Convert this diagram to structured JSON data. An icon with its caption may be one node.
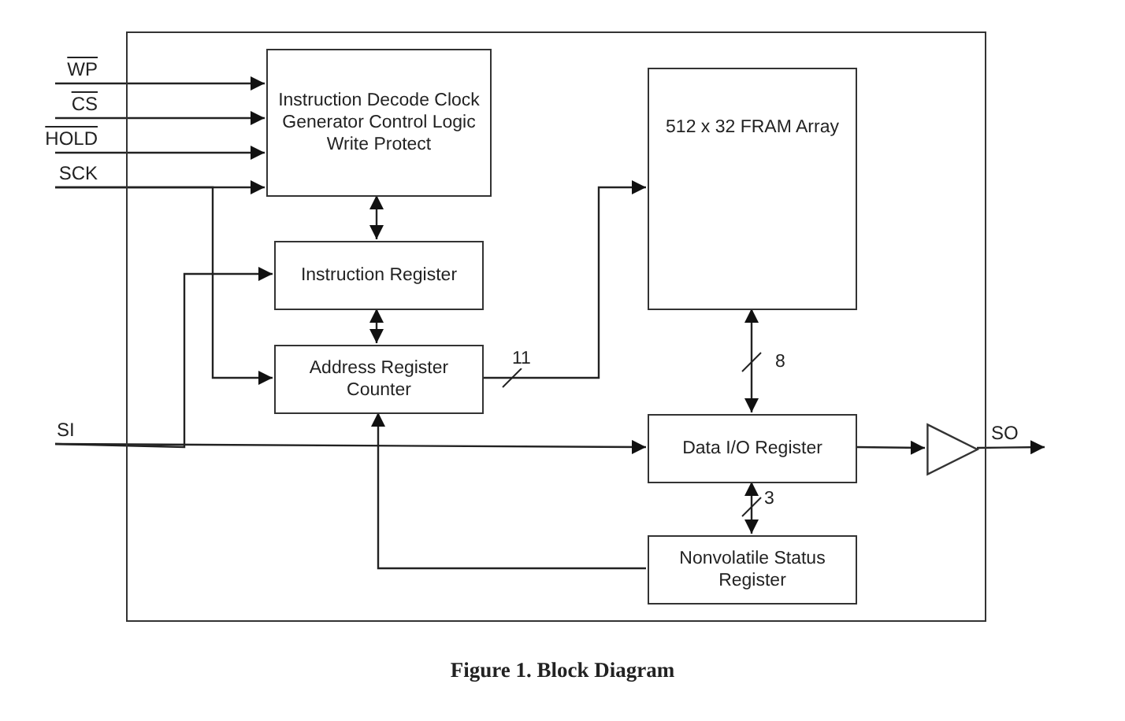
{
  "diagram": {
    "caption": "Figure 1. Block Diagram",
    "nodes": [
      {
        "text": [],
        "shape": "box"
      },
      {
        "text": [
          "WP"
        ]
      },
      {
        "text": [
          "CS"
        ]
      },
      {
        "text": [
          "HOLD"
        ]
      },
      {
        "text": [
          "SCK"
        ]
      },
      {
        "text": [
          "SI"
        ]
      },
      {
        "text": [
          "Instruction Decode Clock Generator Control Logic Write Protect"
        ],
        "in": 0
      },
      {
        "text": [
          "Instruction Register"
        ],
        "in": 0
      },
      {
        "text": [
          "Address Register Counter"
        ],
        "in": 0
      },
      {
        "text": [
          "512 x 32 FRAM Array"
        ],
        "in": 0
      },
      {
        "text": [
          "Data I/O Register"
        ],
        "in": 0
      },
      {
        "text": [
          "Nonvolatile Status Register"
        ],
        "in": 0
      },
      {
        "text": [],
        "shape": "triangle",
        "in": 0
      },
      {
        "text": [
          "SO"
        ]
      }
    ],
    "edges": [
      {
        "from": 1,
        "to": 6,
        "arrow": "to"
      },
      {
        "from": 2,
        "to": 6,
        "arrow": "to"
      },
      {
        "from": 3,
        "to": 6,
        "arrow": "to"
      },
      {
        "from": 4,
        "to": 6,
        "arrow": "to"
      },
      {
        "from": 4,
        "to": 8,
        "arrow": "to"
      },
      {
        "from": 5,
        "to": 7,
        "arrow": "to"
      },
      {
        "from": 5,
        "to": 10,
        "arrow": "to"
      },
      {
        "from": 6,
        "to": 7,
        "arrow": "both"
      },
      {
        "from": 7,
        "to": 8,
        "arrow": "both"
      },
      {
        "from": 8,
        "to": 9,
        "arrow": "to",
        "label": "11"
      },
      {
        "from": 9,
        "to": 10,
        "arrow": "both",
        "label": "8"
      },
      {
        "from": 10,
        "to": 11,
        "arrow": "both",
        "label": "3"
      },
      {
        "from": 11,
        "to": 8,
        "arrow": "to"
      },
      {
        "from": 10,
        "to": 12,
        "arrow": "to"
      },
      {
        "from": 12,
        "to": 13,
        "arrow": "to"
      }
    ]
  }
}
